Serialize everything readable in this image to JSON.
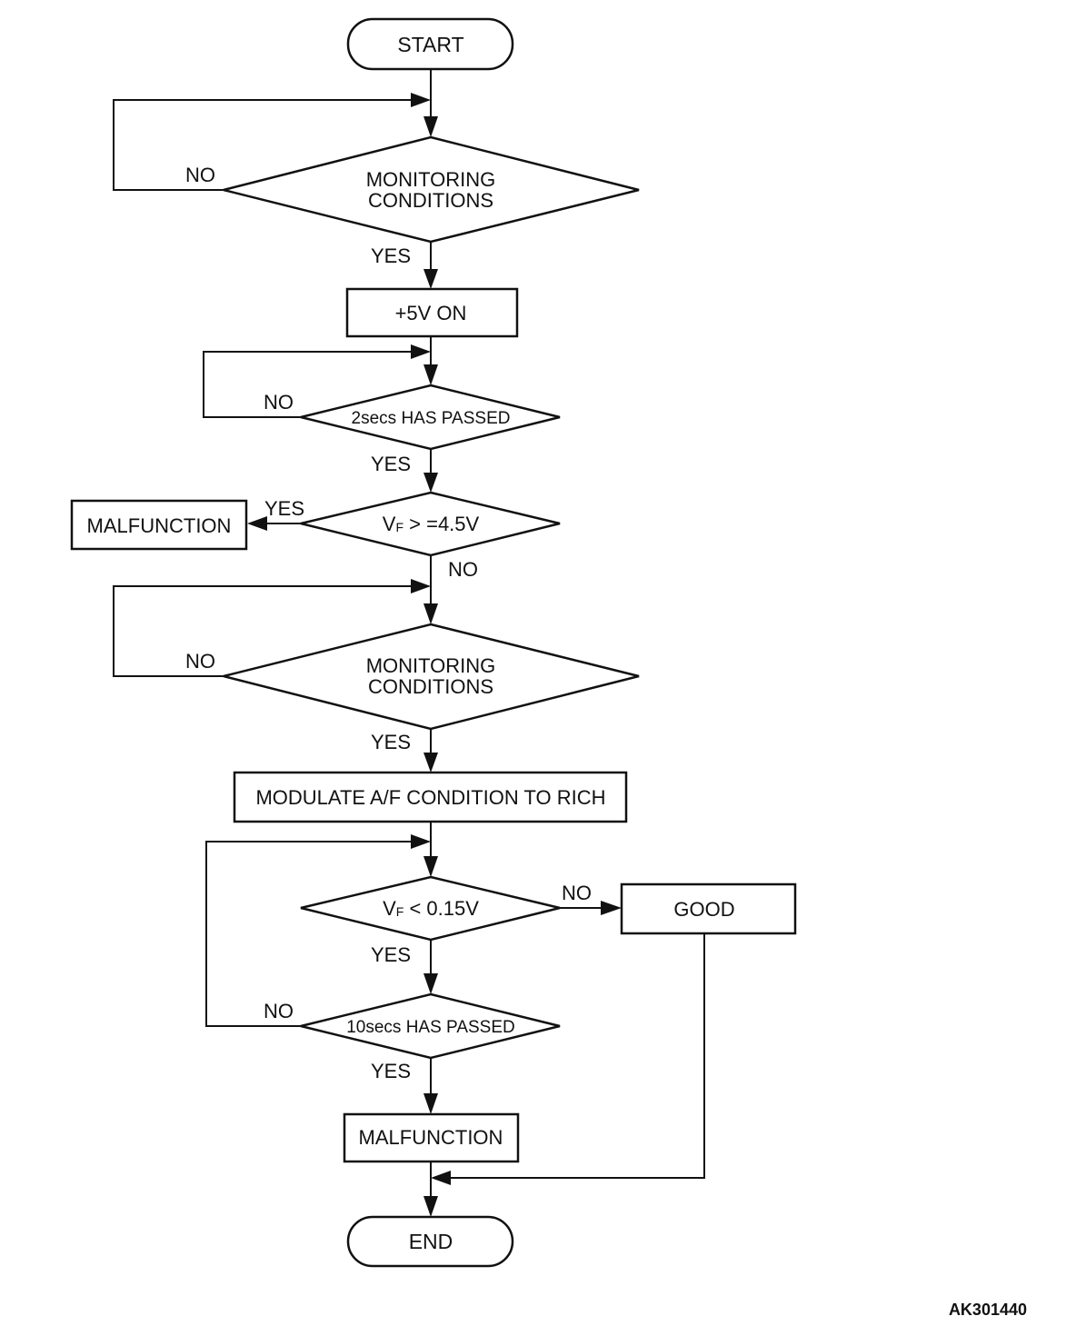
{
  "diagram": {
    "start": "START",
    "end": "END",
    "decision_monitoring_1": [
      "MONITORING",
      "CONDITIONS"
    ],
    "decision_monitoring_2": [
      "MONITORING",
      "CONDITIONS"
    ],
    "process_5v_on": "+5V ON",
    "decision_2secs": "2secs HAS PASSED",
    "decision_vf_high": {
      "v": "V",
      "sub": "F",
      "rest": " > =4.5V"
    },
    "decision_vf_low": {
      "v": "V",
      "sub": "F",
      "rest": " < 0.15V"
    },
    "decision_10secs": "10secs HAS PASSED",
    "process_modulate": "MODULATE A/F CONDITION TO RICH",
    "result_malfunction_1": "MALFUNCTION",
    "result_malfunction_2": "MALFUNCTION",
    "result_good": "GOOD",
    "labels": {
      "no_1": "NO",
      "yes_1": "YES",
      "no_2": "NO",
      "yes_2": "YES",
      "yes_3": "YES",
      "no_3": "NO",
      "no_4": "NO",
      "yes_4": "YES",
      "no_5": "NO",
      "yes_5": "YES",
      "no_6": "NO",
      "yes_6": "YES"
    },
    "figure_code": "AK301440"
  }
}
